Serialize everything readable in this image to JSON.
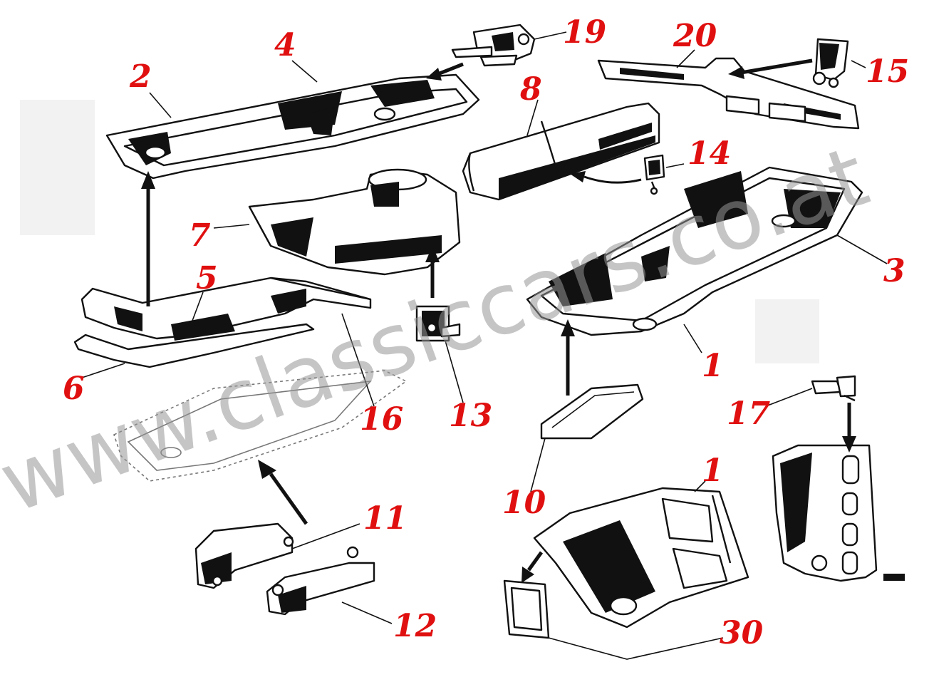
{
  "watermark": "www.classiccars.co.at",
  "colors": {
    "callout": "#e01010",
    "line": "#111111",
    "watermark": "#969696"
  },
  "callouts": {
    "c1a": "1",
    "c1b": "1",
    "c2": "2",
    "c3": "3",
    "c4": "4",
    "c5": "5",
    "c6": "6",
    "c7": "7",
    "c8": "8",
    "c10": "10",
    "c11": "11",
    "c12": "12",
    "c13": "13",
    "c14": "14",
    "c15": "15",
    "c16": "16",
    "c17": "17",
    "c19": "19",
    "c20": "20",
    "c30": "30"
  }
}
